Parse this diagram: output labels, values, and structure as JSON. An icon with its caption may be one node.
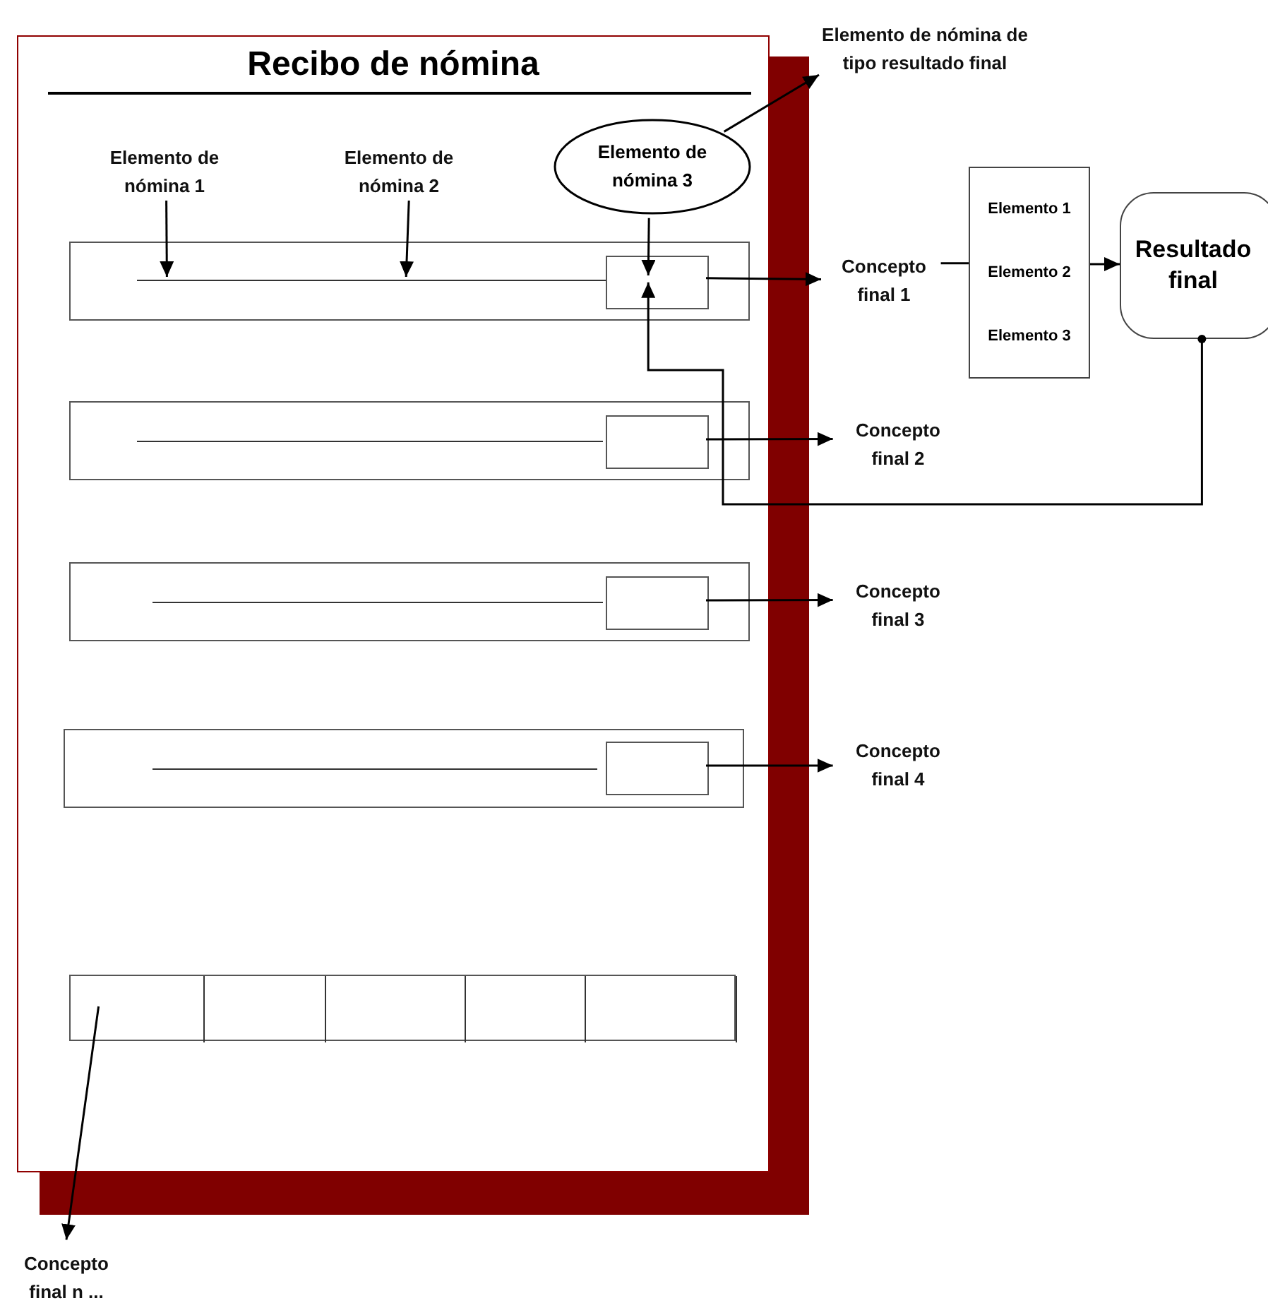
{
  "diagram": {
    "nodes": [
      {
        "text": [
          "Recibo de nómina"
        ]
      },
      {
        "text": [
          "Elemento de nómina 1"
        ],
        "in": 0
      },
      {
        "text": [
          "Elemento de nómina 2"
        ],
        "in": 0
      },
      {
        "text": [
          "Elemento de nómina 3"
        ],
        "in": 0
      },
      {
        "text": [
          "Elemento de nómina de tipo resultado final"
        ]
      },
      {
        "text": [],
        "shape": "box",
        "in": 0
      },
      {
        "text": [],
        "shape": "bar",
        "in": 5
      },
      {
        "text": [],
        "shape": "box",
        "in": 5
      },
      {
        "text": [
          "Concepto final 1"
        ]
      },
      {
        "text": [
          "Elemento 1",
          "Elemento 2",
          "Elemento 3"
        ]
      },
      {
        "text": [
          "Resultado final"
        ]
      },
      {
        "text": [],
        "shape": "box",
        "in": 0
      },
      {
        "text": [],
        "shape": "box",
        "in": 11
      },
      {
        "text": [
          "Concepto final 2"
        ]
      },
      {
        "text": [],
        "shape": "box",
        "in": 0
      },
      {
        "text": [],
        "shape": "box",
        "in": 14
      },
      {
        "text": [
          "Concepto final 3"
        ]
      },
      {
        "text": [],
        "shape": "box",
        "in": 0
      },
      {
        "text": [],
        "shape": "box",
        "in": 17
      },
      {
        "text": [
          "Concepto final 4"
        ]
      },
      {
        "text": [],
        "shape": "box",
        "in": 0
      },
      {
        "text": [],
        "shape": "box",
        "in": 20
      },
      {
        "text": [],
        "shape": "box",
        "in": 20
      },
      {
        "text": [],
        "shape": "box",
        "in": 20
      },
      {
        "text": [],
        "shape": "box",
        "in": 20
      },
      {
        "text": [],
        "shape": "box",
        "in": 20
      },
      {
        "text": [
          "Concepto final n ..."
        ]
      }
    ],
    "edges": [
      {
        "from": 1,
        "to": 6,
        "arrow": "to"
      },
      {
        "from": 2,
        "to": 6,
        "arrow": "to"
      },
      {
        "from": 3,
        "to": 4,
        "arrow": "to"
      },
      {
        "from": 3,
        "to": 7,
        "arrow": "to"
      },
      {
        "from": 10,
        "to": 7,
        "arrow": "to"
      },
      {
        "from": 7,
        "to": 8,
        "arrow": "to"
      },
      {
        "from": 8,
        "to": 9,
        "arrow": "none"
      },
      {
        "from": 9,
        "to": 10,
        "arrow": "to"
      },
      {
        "from": 12,
        "to": 13,
        "arrow": "to"
      },
      {
        "from": 15,
        "to": 16,
        "arrow": "to"
      },
      {
        "from": 18,
        "to": 19,
        "arrow": "to"
      },
      {
        "from": 21,
        "to": 26,
        "arrow": "to"
      }
    ]
  }
}
